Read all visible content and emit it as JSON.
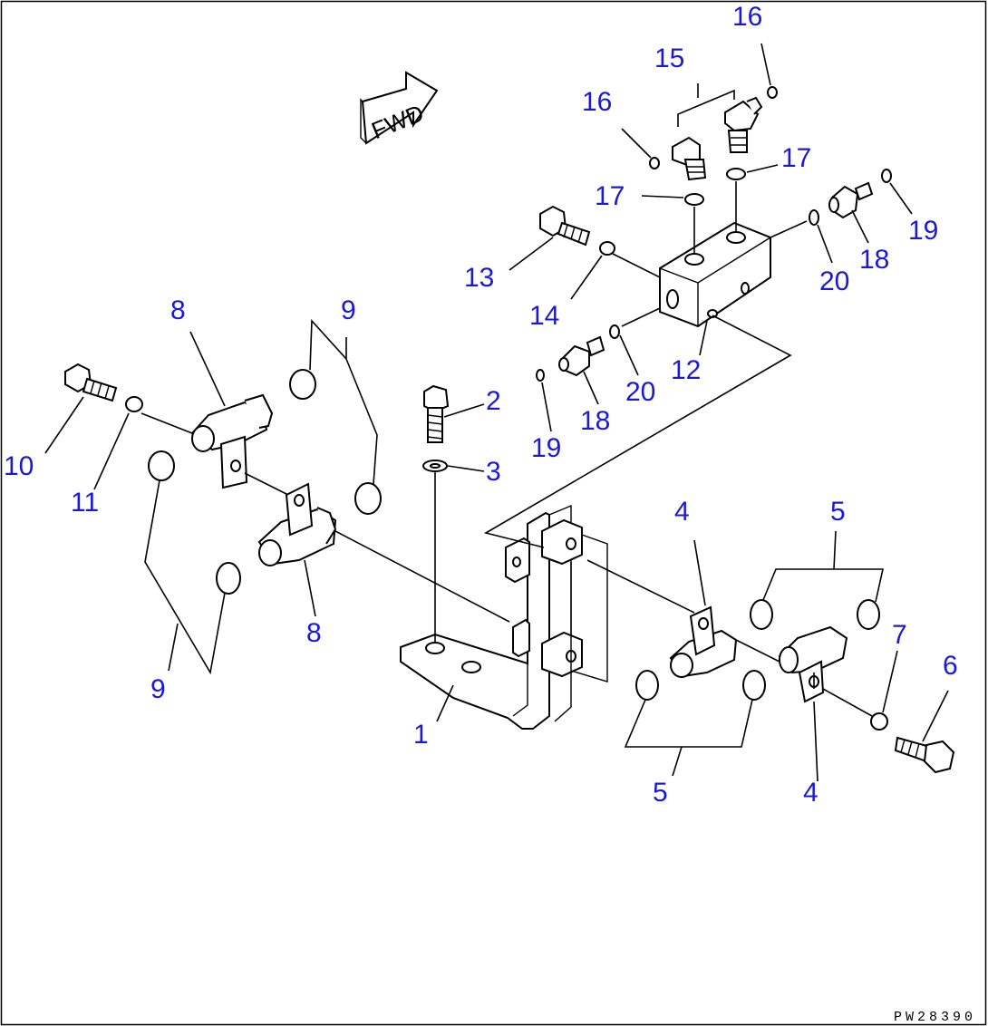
{
  "drawing": {
    "direction_label": "FWD",
    "code": "PW28390",
    "callouts": {
      "c1": "1",
      "c2": "2",
      "c3": "3",
      "c4a": "4",
      "c4b": "4",
      "c5a": "5",
      "c5b": "5",
      "c6": "6",
      "c7": "7",
      "c8a": "8",
      "c8b": "8",
      "c9a": "9",
      "c9b": "9",
      "c10": "10",
      "c11": "11",
      "c12": "12",
      "c13": "13",
      "c14": "14",
      "c15": "15",
      "c16a": "16",
      "c16b": "16",
      "c17a": "17",
      "c17b": "17",
      "c18a": "18",
      "c18b": "18",
      "c19a": "19",
      "c19b": "19",
      "c20a": "20",
      "c20b": "20"
    }
  }
}
